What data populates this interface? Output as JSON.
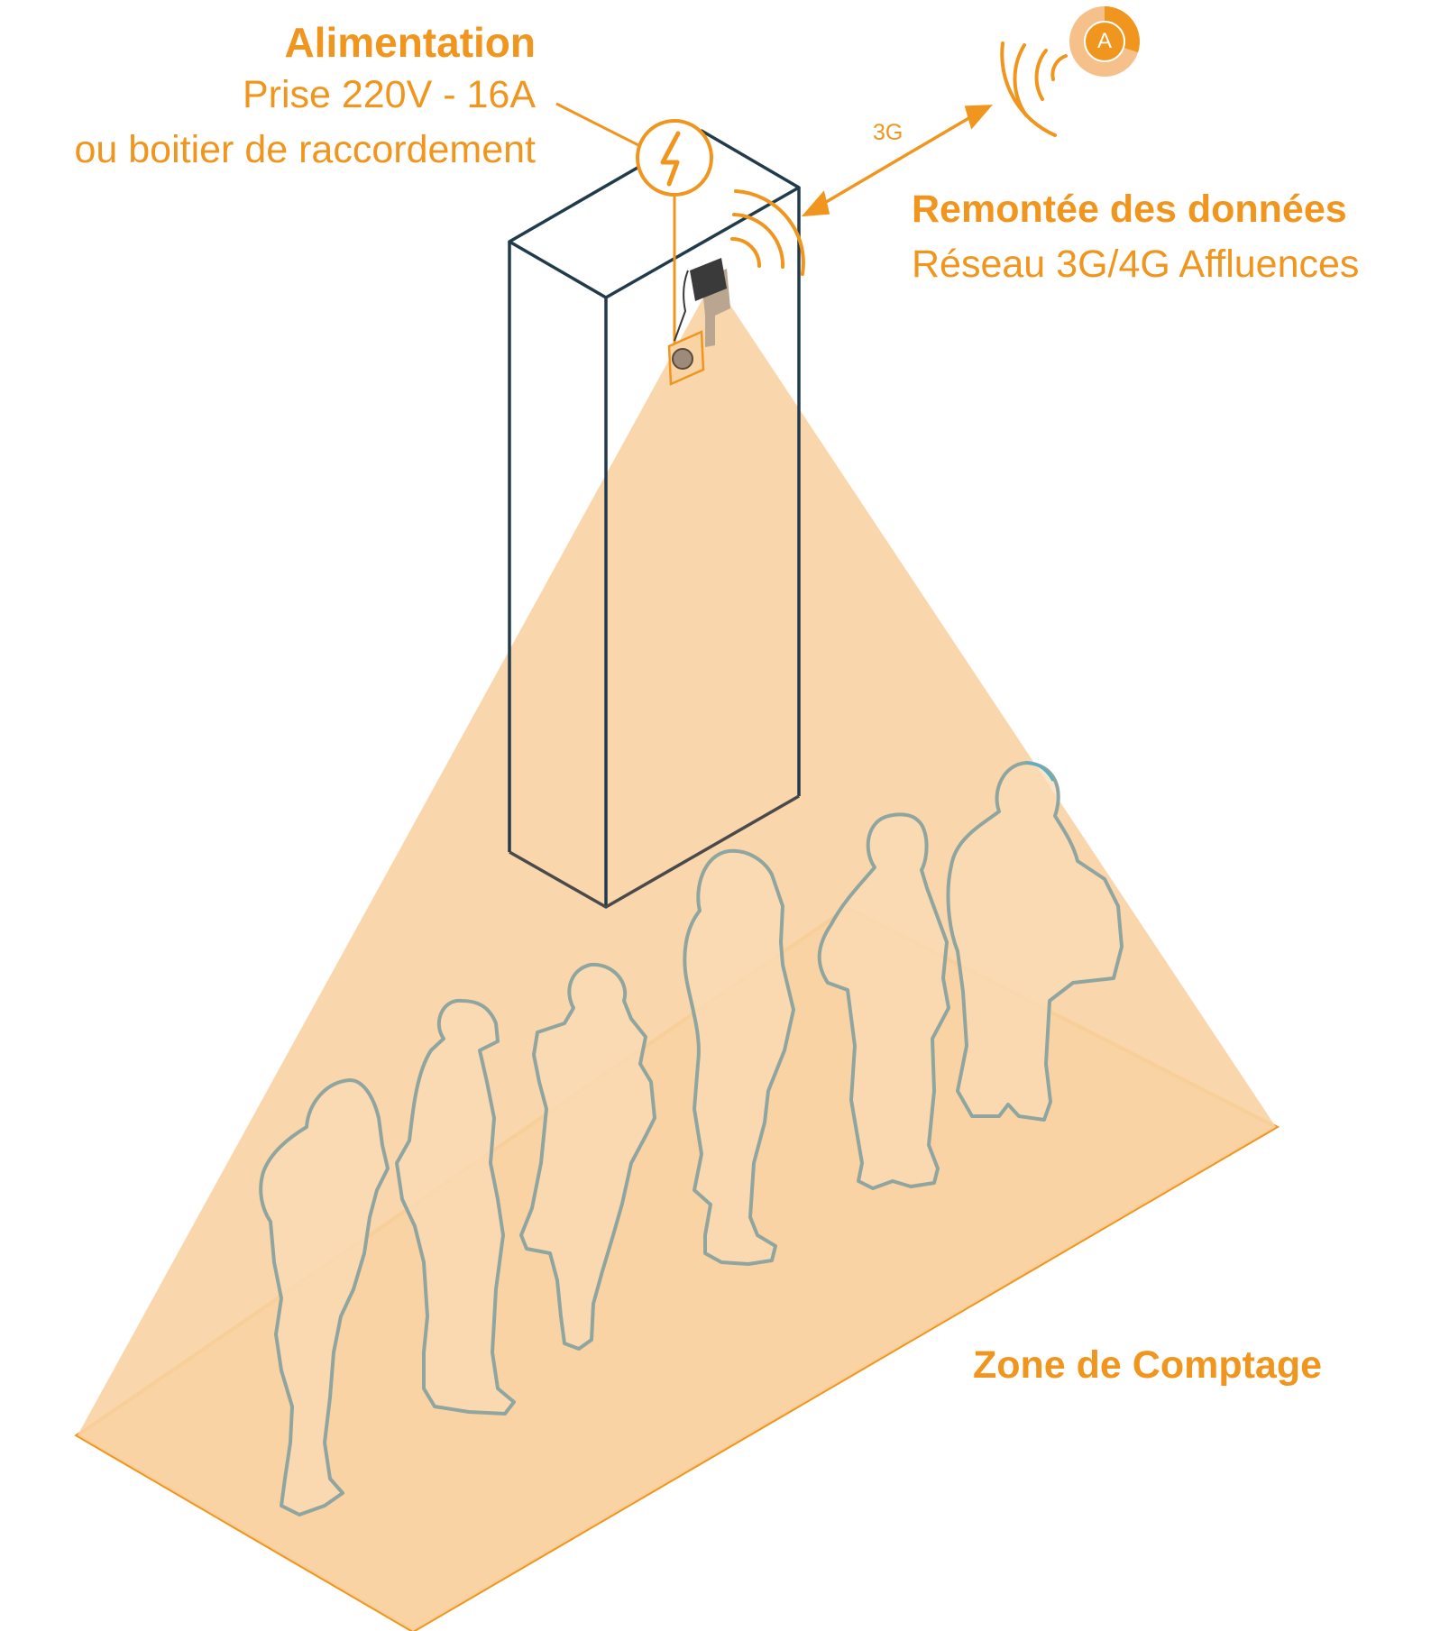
{
  "power": {
    "title": "Alimentation",
    "line1": "Prise 220V - 16A",
    "line2": "ou boitier de raccordement"
  },
  "data_uplink": {
    "title": "Remontée des données",
    "line1": "Réseau 3G/4G Affluences"
  },
  "link_label": "3G",
  "zone_label": "Zone de Comptage",
  "logo_letter": "A",
  "colors": {
    "accent": "#f0961e",
    "cone_fill": "#f8d3a4",
    "pillar_stroke": "#223b4a",
    "silhouette_stroke": "#8fa5a0",
    "silhouette_fill": "#f9dbb6",
    "sensor": "#3a3a3a"
  },
  "icons": [
    "lightning-icon",
    "wifi-waves-icon",
    "sensor-camera-icon",
    "logo-icon",
    "power-socket-icon"
  ]
}
